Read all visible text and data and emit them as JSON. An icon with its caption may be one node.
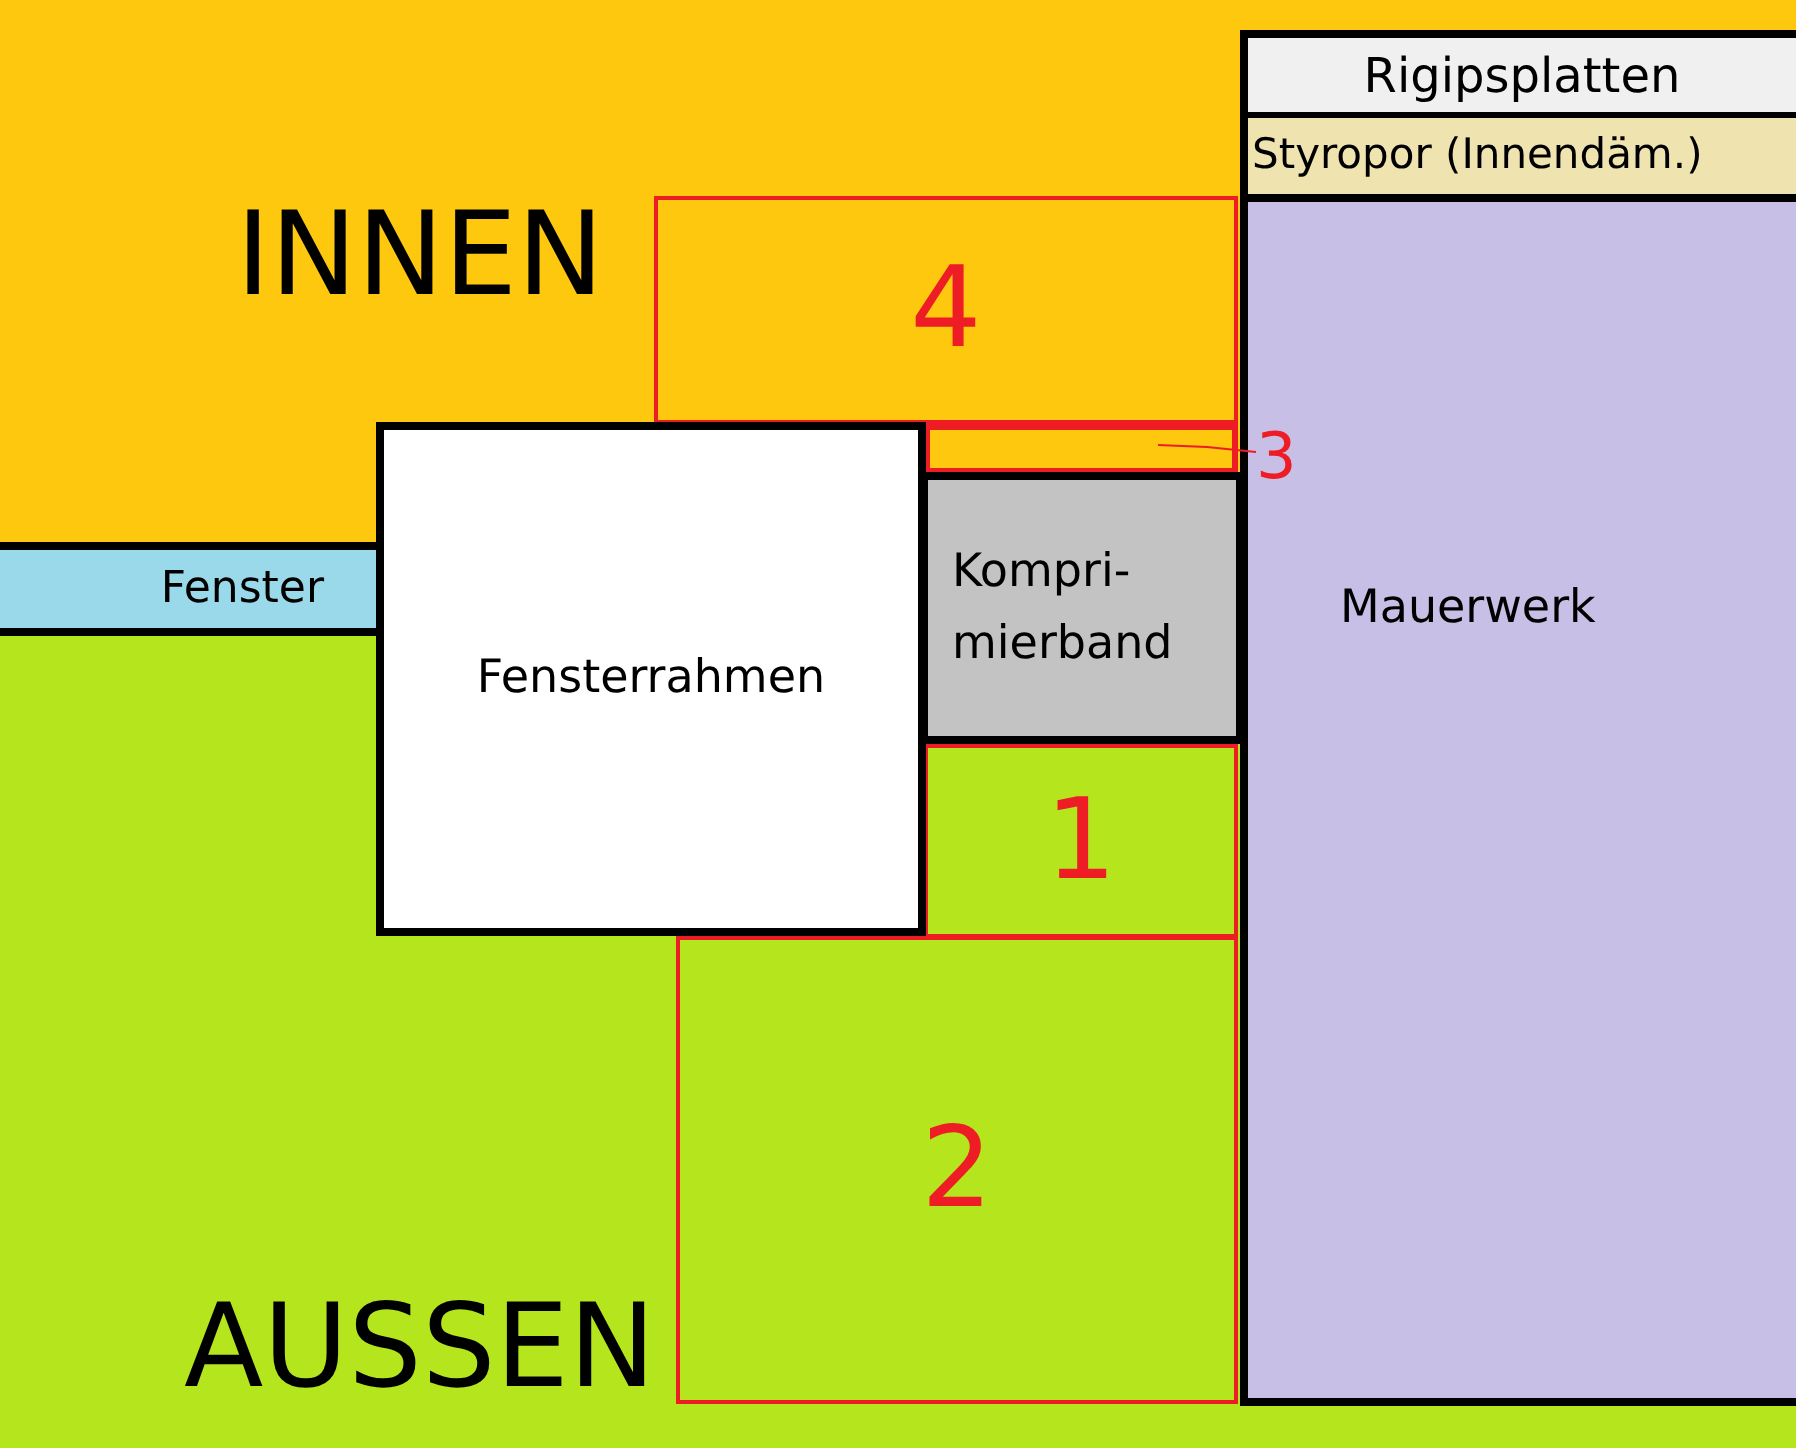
{
  "diagram": {
    "nodes": [
      {
        "text": [
          "INNEN"
        ]
      },
      {
        "text": [
          "4"
        ],
        "in": 0
      },
      {
        "text": [],
        "shape": "box"
      },
      {
        "text": [
          "Rigipsplatten"
        ]
      },
      {
        "text": [
          "Styropor (Innendäm.)"
        ]
      },
      {
        "text": [
          "Mauerwerk"
        ]
      },
      {
        "text": [
          "3"
        ],
        "in": 5
      },
      {
        "text": [
          "Fenster"
        ]
      },
      {
        "text": [
          "Fensterrahmen"
        ]
      },
      {
        "text": [
          "Kompri- mierband"
        ]
      },
      {
        "text": [
          "AUSSEN"
        ]
      },
      {
        "text": [
          "1"
        ]
      },
      {
        "text": [
          "2"
        ]
      }
    ],
    "edges": [
      {
        "from": 6,
        "to": 2,
        "arrow": "none",
        "color": "#ee1c25"
      }
    ]
  }
}
